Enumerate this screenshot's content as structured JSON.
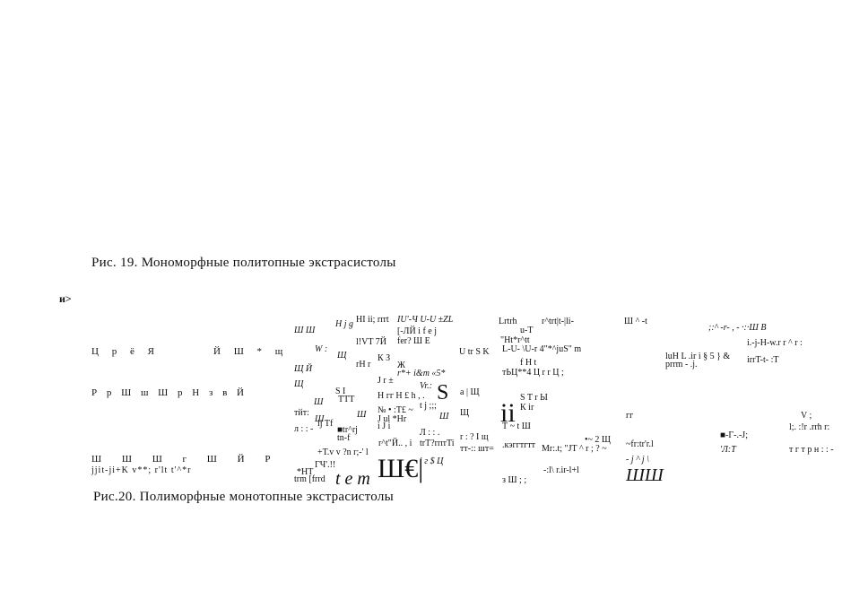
{
  "captions": {
    "fig19": "Рис. 19.  Мономорфные  политопные  экстрасистолы",
    "fig20": "Рис.20.  Полиморфные  монотопные  экстрасистолы"
  },
  "marker": "и>",
  "rows": {
    "r1": "Ц р ё Я",
    "r1b": "Й Ш * щ",
    "r2": "Р р Ш  ш  Ш  р Н з в Й",
    "r3": "Ш  Ш  Ш г Ш  Й  Р",
    "r3b": "jjit-ji+K      v**;  r'lt t'^*r"
  },
  "fragments": [
    "Ш Ш",
    "H j g",
    "HI ii; rrrt",
    "IU'-Ч U-U ±ZL",
    "Lrtrh",
    "r^trt|t-|li-",
    "Ш ^ -t",
    "[-ЛЙ i f e j",
    "u-T",
    ";:^ -r- , - ·:·Ш  B",
    "W :",
    "l!VT 7Й",
    "fer?  Ш E",
    "\"Ht*r^tt",
    "U tr S K",
    "L-U-  \\U-r 4\"*^juS\" m",
    "i.-j-H-w.r r  ^  r  :",
    "Щ",
    "К З",
    "luH L .ir i § 5 } &",
    "prrm - .j.",
    "irrT-t- :T",
    "Щ  Й",
    "rH r",
    "Ж",
    "f H t",
    "r*+  i&m «5*",
    "тЬЦ**4  Ц r r Ц ;",
    "J r ±",
    "Vr.:",
    "Щ",
    "Ш",
    "S  I",
    "Н гг  Н £  h , .",
    "S",
    "a | Щ",
    "ТТТ",
    "S T  r  Ы",
    "К ir",
    "тйт:",
    "Ш",
    "№ • :T£ ~",
    "t j ;;;",
    "Щ",
    "ii",
    "Т ~ t Ш",
    "гг",
    "V  ;",
    "л : : -",
    "Ш",
    "J ul  *Hr",
    "i J i",
    "Ш",
    "l;. :!r .rrh r:",
    "ij Tf",
    "■tr^rj",
    "tn-f",
    "Л : : .",
    "r : ? I щ",
    "trT?rrrrTi",
    "•~ 2 Щ",
    "~fr:tr'r.l",
    "■-Г-.-J;",
    "r^t\"Й.. , i",
    "тт-:: шт=",
    ".кэггтгтт",
    "Mr:.t; \"JT ^ r ; ? ~",
    "'Л:Т",
    "т г т р н : : -",
    "+Т.v v ?n r;-' l",
    "i г $ Ц",
    "- j ^ j \\",
    "ГЧ'.!!",
    "*HT",
    "trm [frrd",
    "t e m",
    "Ш€|",
    "з Ш  ; ;",
    "-:l\\ r.ir-l+l",
    "ШШ"
  ]
}
